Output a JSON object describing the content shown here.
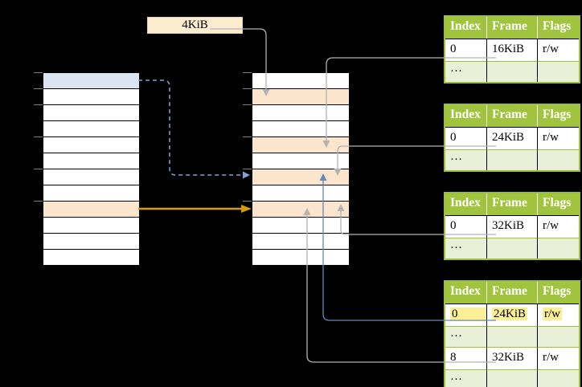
{
  "size_label": "4KiB",
  "left_table": {
    "rows": [
      "blue",
      "white",
      "white",
      "white",
      "white",
      "white",
      "white",
      "white",
      "orange",
      "white",
      "white",
      "white"
    ]
  },
  "middle_table": {
    "rows": [
      "white",
      "orange",
      "white",
      "white",
      "orange",
      "white",
      "orange",
      "white",
      "orange",
      "white",
      "white",
      "white"
    ]
  },
  "frame_table_headers": [
    "Index",
    "Frame",
    "Flags"
  ],
  "frame_tables": [
    {
      "rows": [
        {
          "cells": [
            "0",
            "16KiB",
            "r/w"
          ]
        },
        {
          "cells": [
            "…",
            "",
            ""
          ],
          "dots": true
        }
      ]
    },
    {
      "rows": [
        {
          "cells": [
            "0",
            "24KiB",
            "r/w"
          ]
        },
        {
          "cells": [
            "…",
            "",
            ""
          ],
          "dots": true
        }
      ]
    },
    {
      "rows": [
        {
          "cells": [
            "0",
            "32KiB",
            "r/w"
          ]
        },
        {
          "cells": [
            "…",
            "",
            ""
          ],
          "dots": true
        }
      ]
    },
    {
      "rows": [
        {
          "cells": [
            "0",
            "24KiB",
            "r/w"
          ],
          "highlighted": true
        },
        {
          "cells": [
            "…",
            "",
            ""
          ],
          "dots": true
        },
        {
          "cells": [
            "8",
            "32KiB",
            "r/w"
          ]
        },
        {
          "cells": [
            "…",
            "",
            ""
          ],
          "dots": true
        }
      ]
    }
  ],
  "colors": {
    "background": "#000000",
    "row-blue": "#dbe5f1",
    "row-orange": "#fce5cd",
    "cream": "#fcecd0",
    "cream-border": "#e3d2ab",
    "green-header": "#a0c43e",
    "green-light": "#eaf0d8",
    "green-border": "#9cc13c",
    "line-gray": "#b3b3b3",
    "line-blue": "#6288bd",
    "dash-blue": "#82a3d6",
    "arrow-orange": "#d69b00",
    "highlight": "#fbf096"
  }
}
